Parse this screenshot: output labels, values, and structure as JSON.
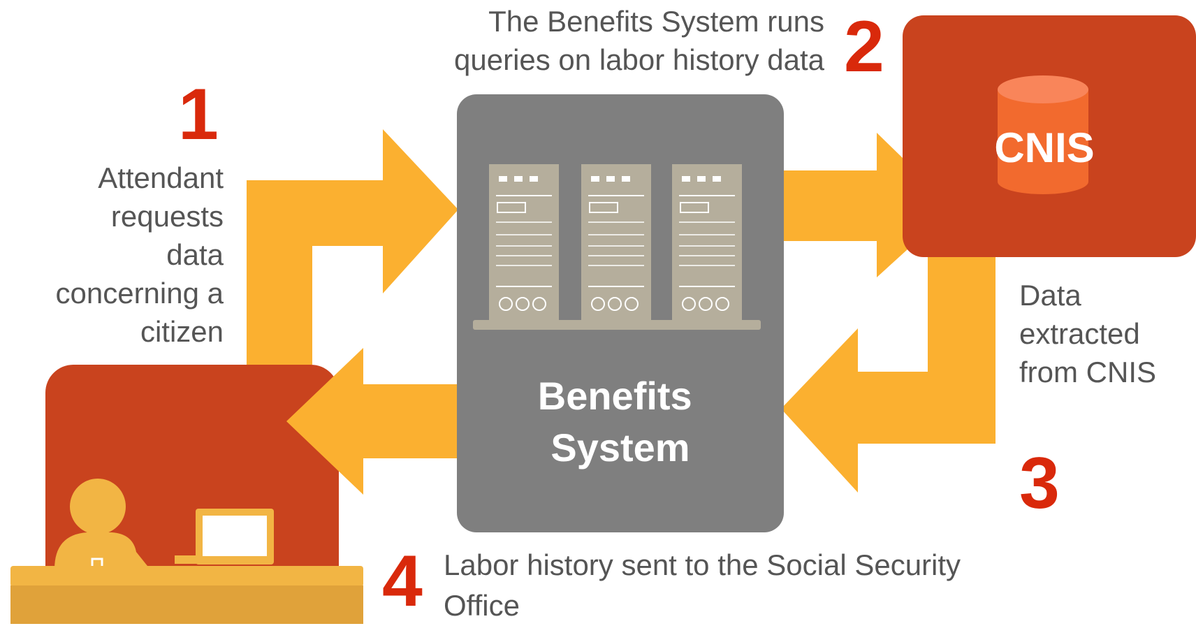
{
  "colors": {
    "arrow": "#FBB030",
    "box_red": "#C9431E",
    "box_gray": "#7F7F7F",
    "server": "#B5AE9C",
    "step_number": "#D9290B",
    "text": "#555555",
    "cylinder": "#F26A2E",
    "figure": "#F2B544"
  },
  "steps": [
    {
      "number": "1",
      "text": "Attendant requests data concerning a citizen"
    },
    {
      "number": "2",
      "text": "The Benefits System runs queries on labor history data"
    },
    {
      "number": "3",
      "text": "Data extracted from CNIS"
    },
    {
      "number": "4",
      "text": "Labor history sent to the Social Security Office"
    }
  ],
  "nodes": {
    "benefits_system": {
      "label_line1": "Benefits",
      "label_line2": "System",
      "icon": "server-rack-icon"
    },
    "cnis": {
      "label": "CNIS",
      "icon": "database-cylinder-icon"
    },
    "office": {
      "icon": "attendant-at-computer-icon"
    }
  }
}
